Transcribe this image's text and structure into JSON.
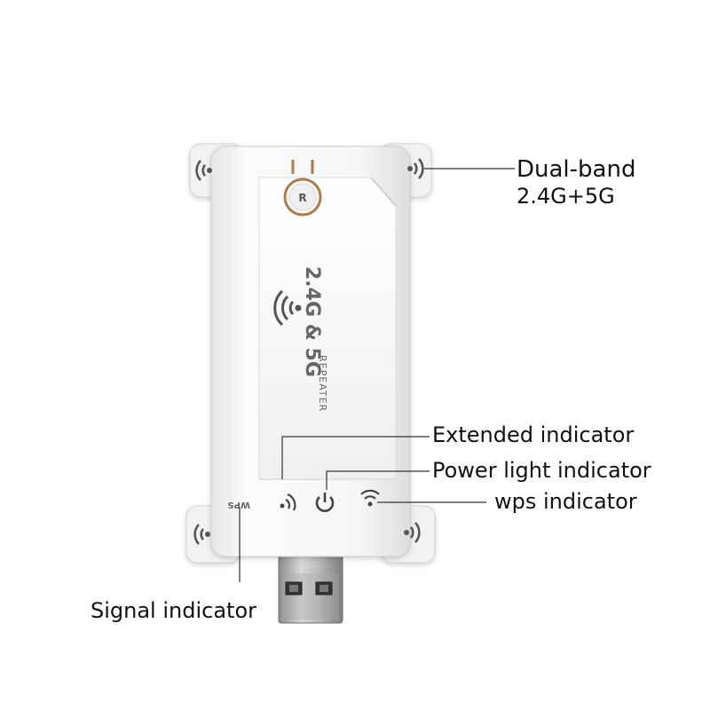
{
  "device": {
    "brand_text": "2.4G & 5G",
    "model_text": "REPEATER",
    "reset_button_text": "R",
    "wps_button_text": "WPS",
    "body_color": "#f3f3f3",
    "icons": [
      "wifi-icon",
      "power-icon",
      "antenna-icon",
      "usb-plug-icon"
    ]
  },
  "callouts": {
    "dual_band_line1": "Dual-band",
    "dual_band_line2": "2.4G+5G",
    "extended_indicator": "Extended indicator",
    "power_light_indicator": "Power light indicator",
    "wps_indicator": "wps indicator",
    "signal_indicator": "Signal indicator"
  }
}
